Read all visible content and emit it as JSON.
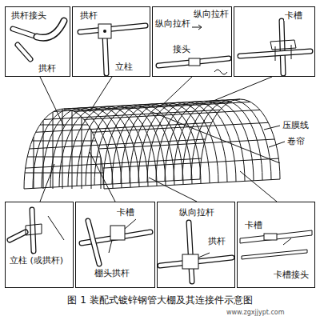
{
  "diagram": {
    "caption": "图 1  装配式镀锌钢管大棚及其连接件示意图",
    "nodes": [
      {
        "text": [
          "拱杆接头",
          "拱杆"
        ]
      },
      {
        "text": [
          "拱杆",
          "立柱"
        ]
      },
      {
        "text": [
          "纵向拉杆",
          "纵向拉杆",
          "接头"
        ]
      },
      {
        "text": [
          "卡槽"
        ]
      },
      {
        "text": [
          "立柱 (或拱杆)"
        ]
      },
      {
        "text": [
          "卡槽",
          "棚头拱杆"
        ]
      },
      {
        "text": [
          "纵向拉杆",
          "拱杆"
        ]
      },
      {
        "text": [
          "卡槽",
          "卡槽接头"
        ]
      }
    ],
    "labels": [
      "压膜线",
      "卷帘",
      "www.zgxjjypt.com"
    ]
  }
}
